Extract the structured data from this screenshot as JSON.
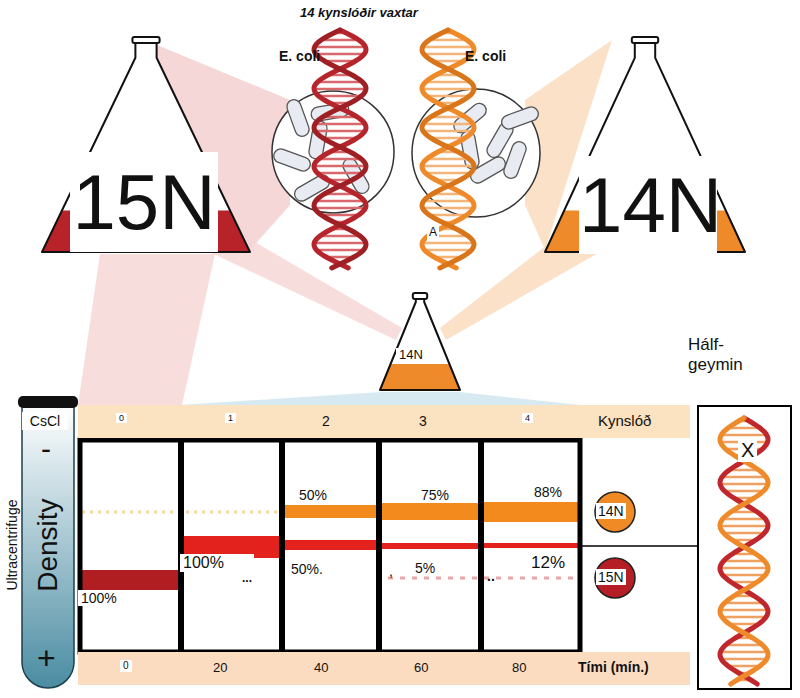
{
  "diagram": {
    "title": "14 kynslóðir vaxtar",
    "nodes": [
      {
        "text": [
          "15N"
        ]
      },
      {
        "text": [
          "E. coli"
        ]
      },
      {
        "text": [
          "E. coli"
        ]
      },
      {
        "text": [
          "14N"
        ]
      },
      {
        "text": [
          "14N"
        ]
      },
      {
        "text": [
          "CsCl",
          "-",
          "Density",
          "+"
        ]
      },
      {
        "text": [
          "0",
          "1",
          "2",
          "3",
          "4",
          "Kynslóð"
        ]
      },
      {
        "text": [
          "100%"
        ]
      },
      {
        "text": [
          "100%",
          "..."
        ]
      },
      {
        "text": [
          "50%",
          "50%."
        ]
      },
      {
        "text": [
          "75%",
          "5%",
          ","
        ]
      },
      {
        "text": [
          "88%",
          "..",
          "12%"
        ]
      },
      {
        "text": [
          "14N"
        ]
      },
      {
        "text": [
          "15N"
        ]
      },
      {
        "text": [
          "Hálf- geymin",
          "X"
        ]
      },
      {
        "text": [
          "0",
          "20",
          "40",
          "60",
          "80",
          "Tími (mín.)"
        ]
      }
    ],
    "edges": [
      {
        "from": 11,
        "to": 14,
        "arrow": "none"
      }
    ],
    "labels": [
      "A",
      "Ultracentrifuge"
    ]
  }
}
